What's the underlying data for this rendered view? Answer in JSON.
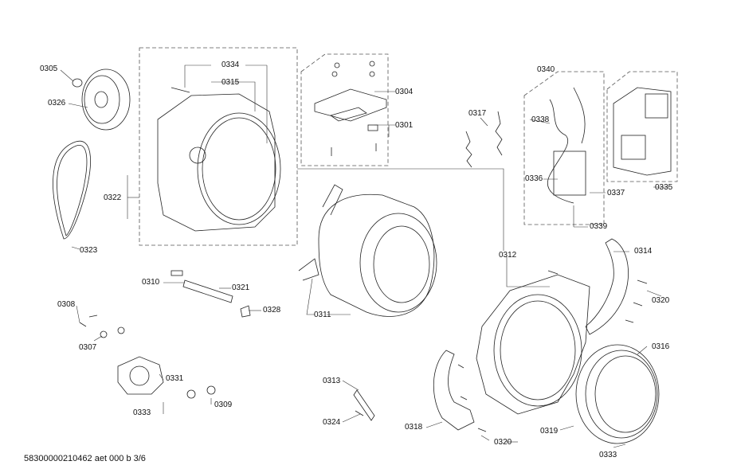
{
  "diagram": {
    "part_labels": [
      "0305",
      "0326",
      "0334",
      "0315",
      "0304",
      "0301",
      "0317",
      "0340",
      "0338",
      "0322",
      "0323",
      "0336",
      "0337",
      "0335",
      "0339",
      "0312",
      "0314",
      "0320",
      "0310",
      "0321",
      "0328",
      "0308",
      "0307",
      "0311",
      "0331",
      "0333",
      "0309",
      "0313",
      "0324",
      "0318",
      "0320",
      "0319",
      "0316",
      "0333"
    ],
    "footer": "58300000210462 aet 000 b 3/6"
  }
}
